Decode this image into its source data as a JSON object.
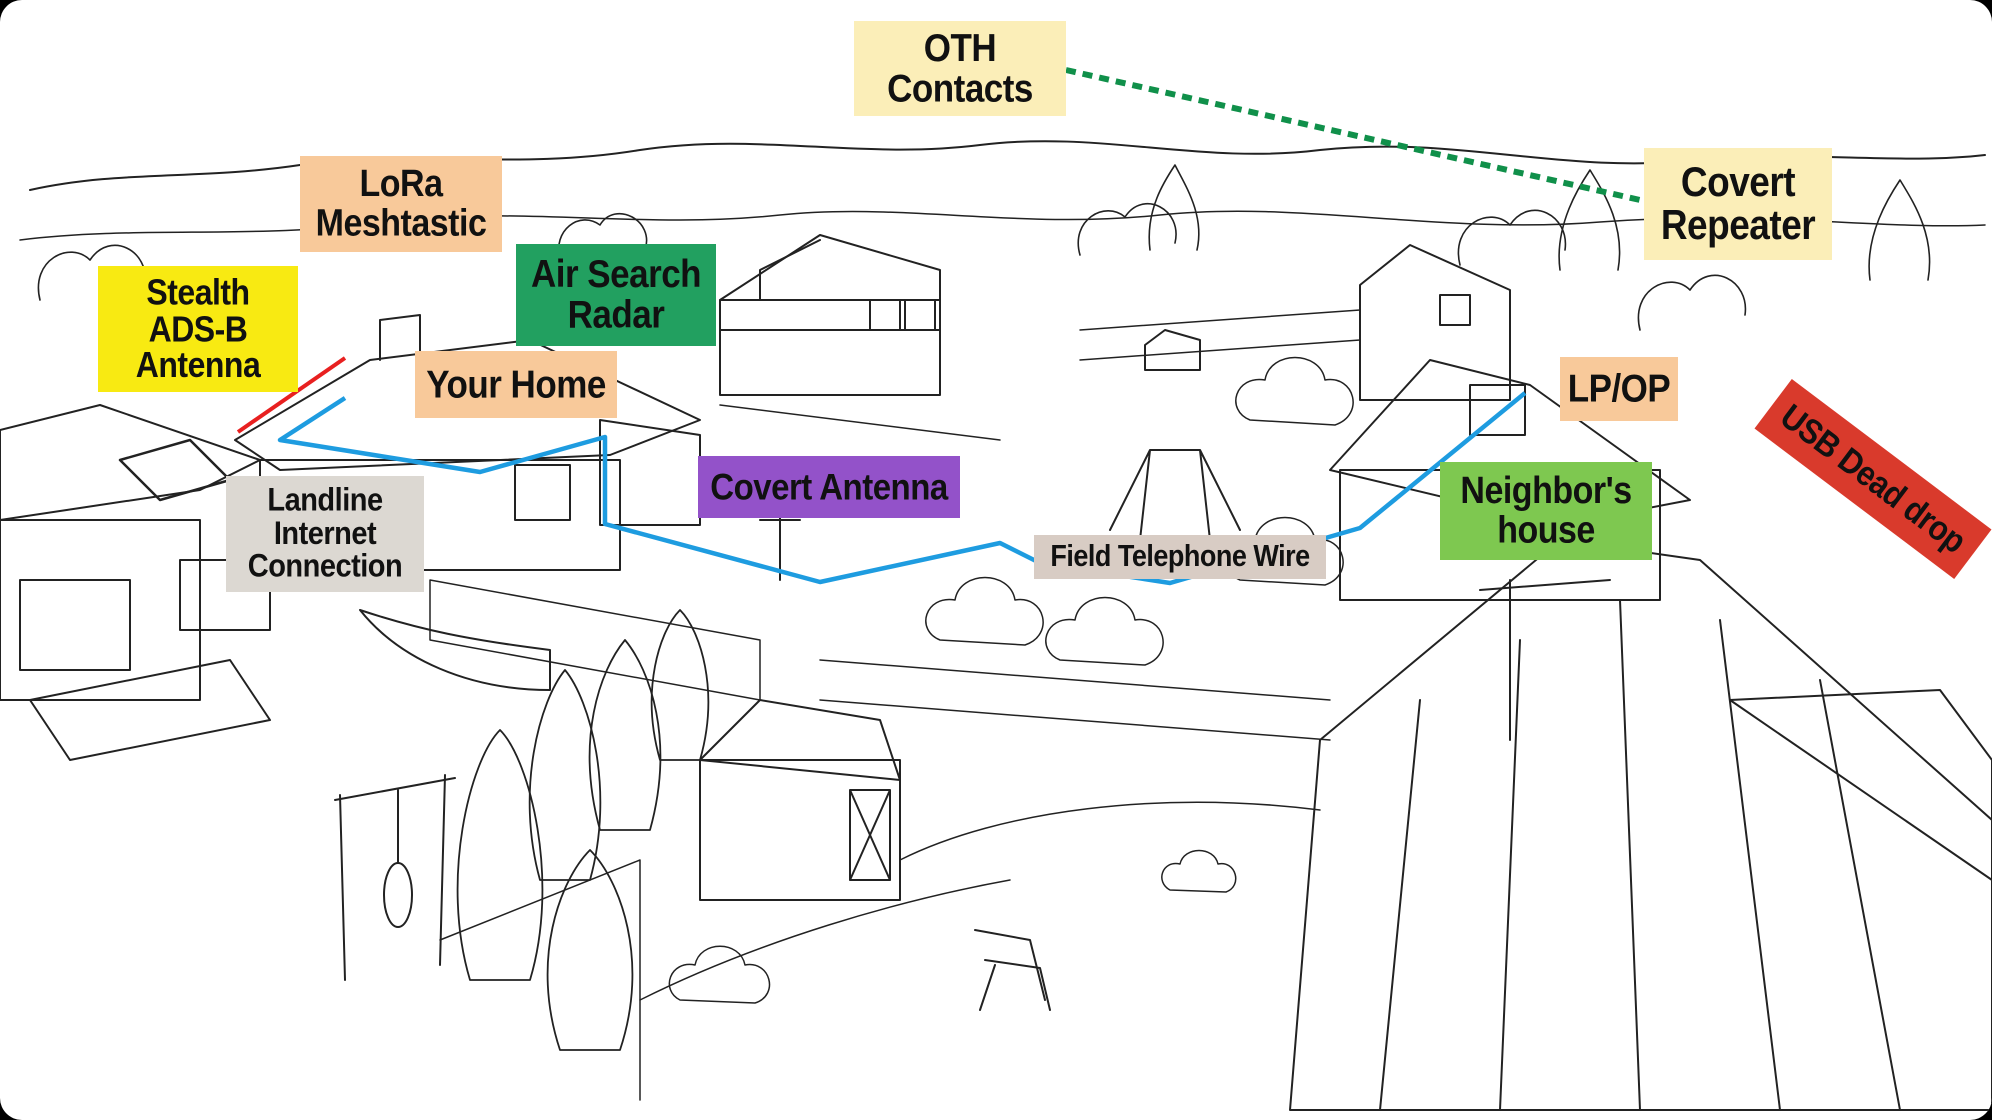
{
  "labels": {
    "oth_contacts": "OTH\nContacts",
    "covert_repeater": "Covert\nRepeater",
    "lora_meshtastic": "LoRa\nMeshtastic",
    "stealth_adsb": "Stealth\nADS-B\nAntenna",
    "air_search_radar": "Air Search\nRadar",
    "your_home": "Your Home",
    "lp_op": "LP/OP",
    "usb_dead_drop": "USB Dead drop",
    "covert_antenna": "Covert Antenna",
    "landline_internet": "Landline\nInternet\nConnection",
    "field_telephone_wire": "Field Telephone Wire",
    "neighbors_house": "Neighbor's\nhouse"
  },
  "colors": {
    "oth_contacts": "#fbeeb8",
    "covert_repeater": "#fbeeb8",
    "lora_meshtastic": "#f8c99a",
    "stealth_adsb": "#f8ea12",
    "air_search_radar": "#22a060",
    "your_home": "#f8c99a",
    "lp_op": "#f8c99a",
    "usb_dead_drop": "#d93a2c",
    "covert_antenna": "#9352c9",
    "landline_internet": "#dcd8d2",
    "field_telephone_wire": "#d8ccc4",
    "neighbors_house": "#7ec850",
    "wire_blue": "#1e9ce0",
    "oth_link_green": "#10904a",
    "antenna_red": "#e82020"
  }
}
